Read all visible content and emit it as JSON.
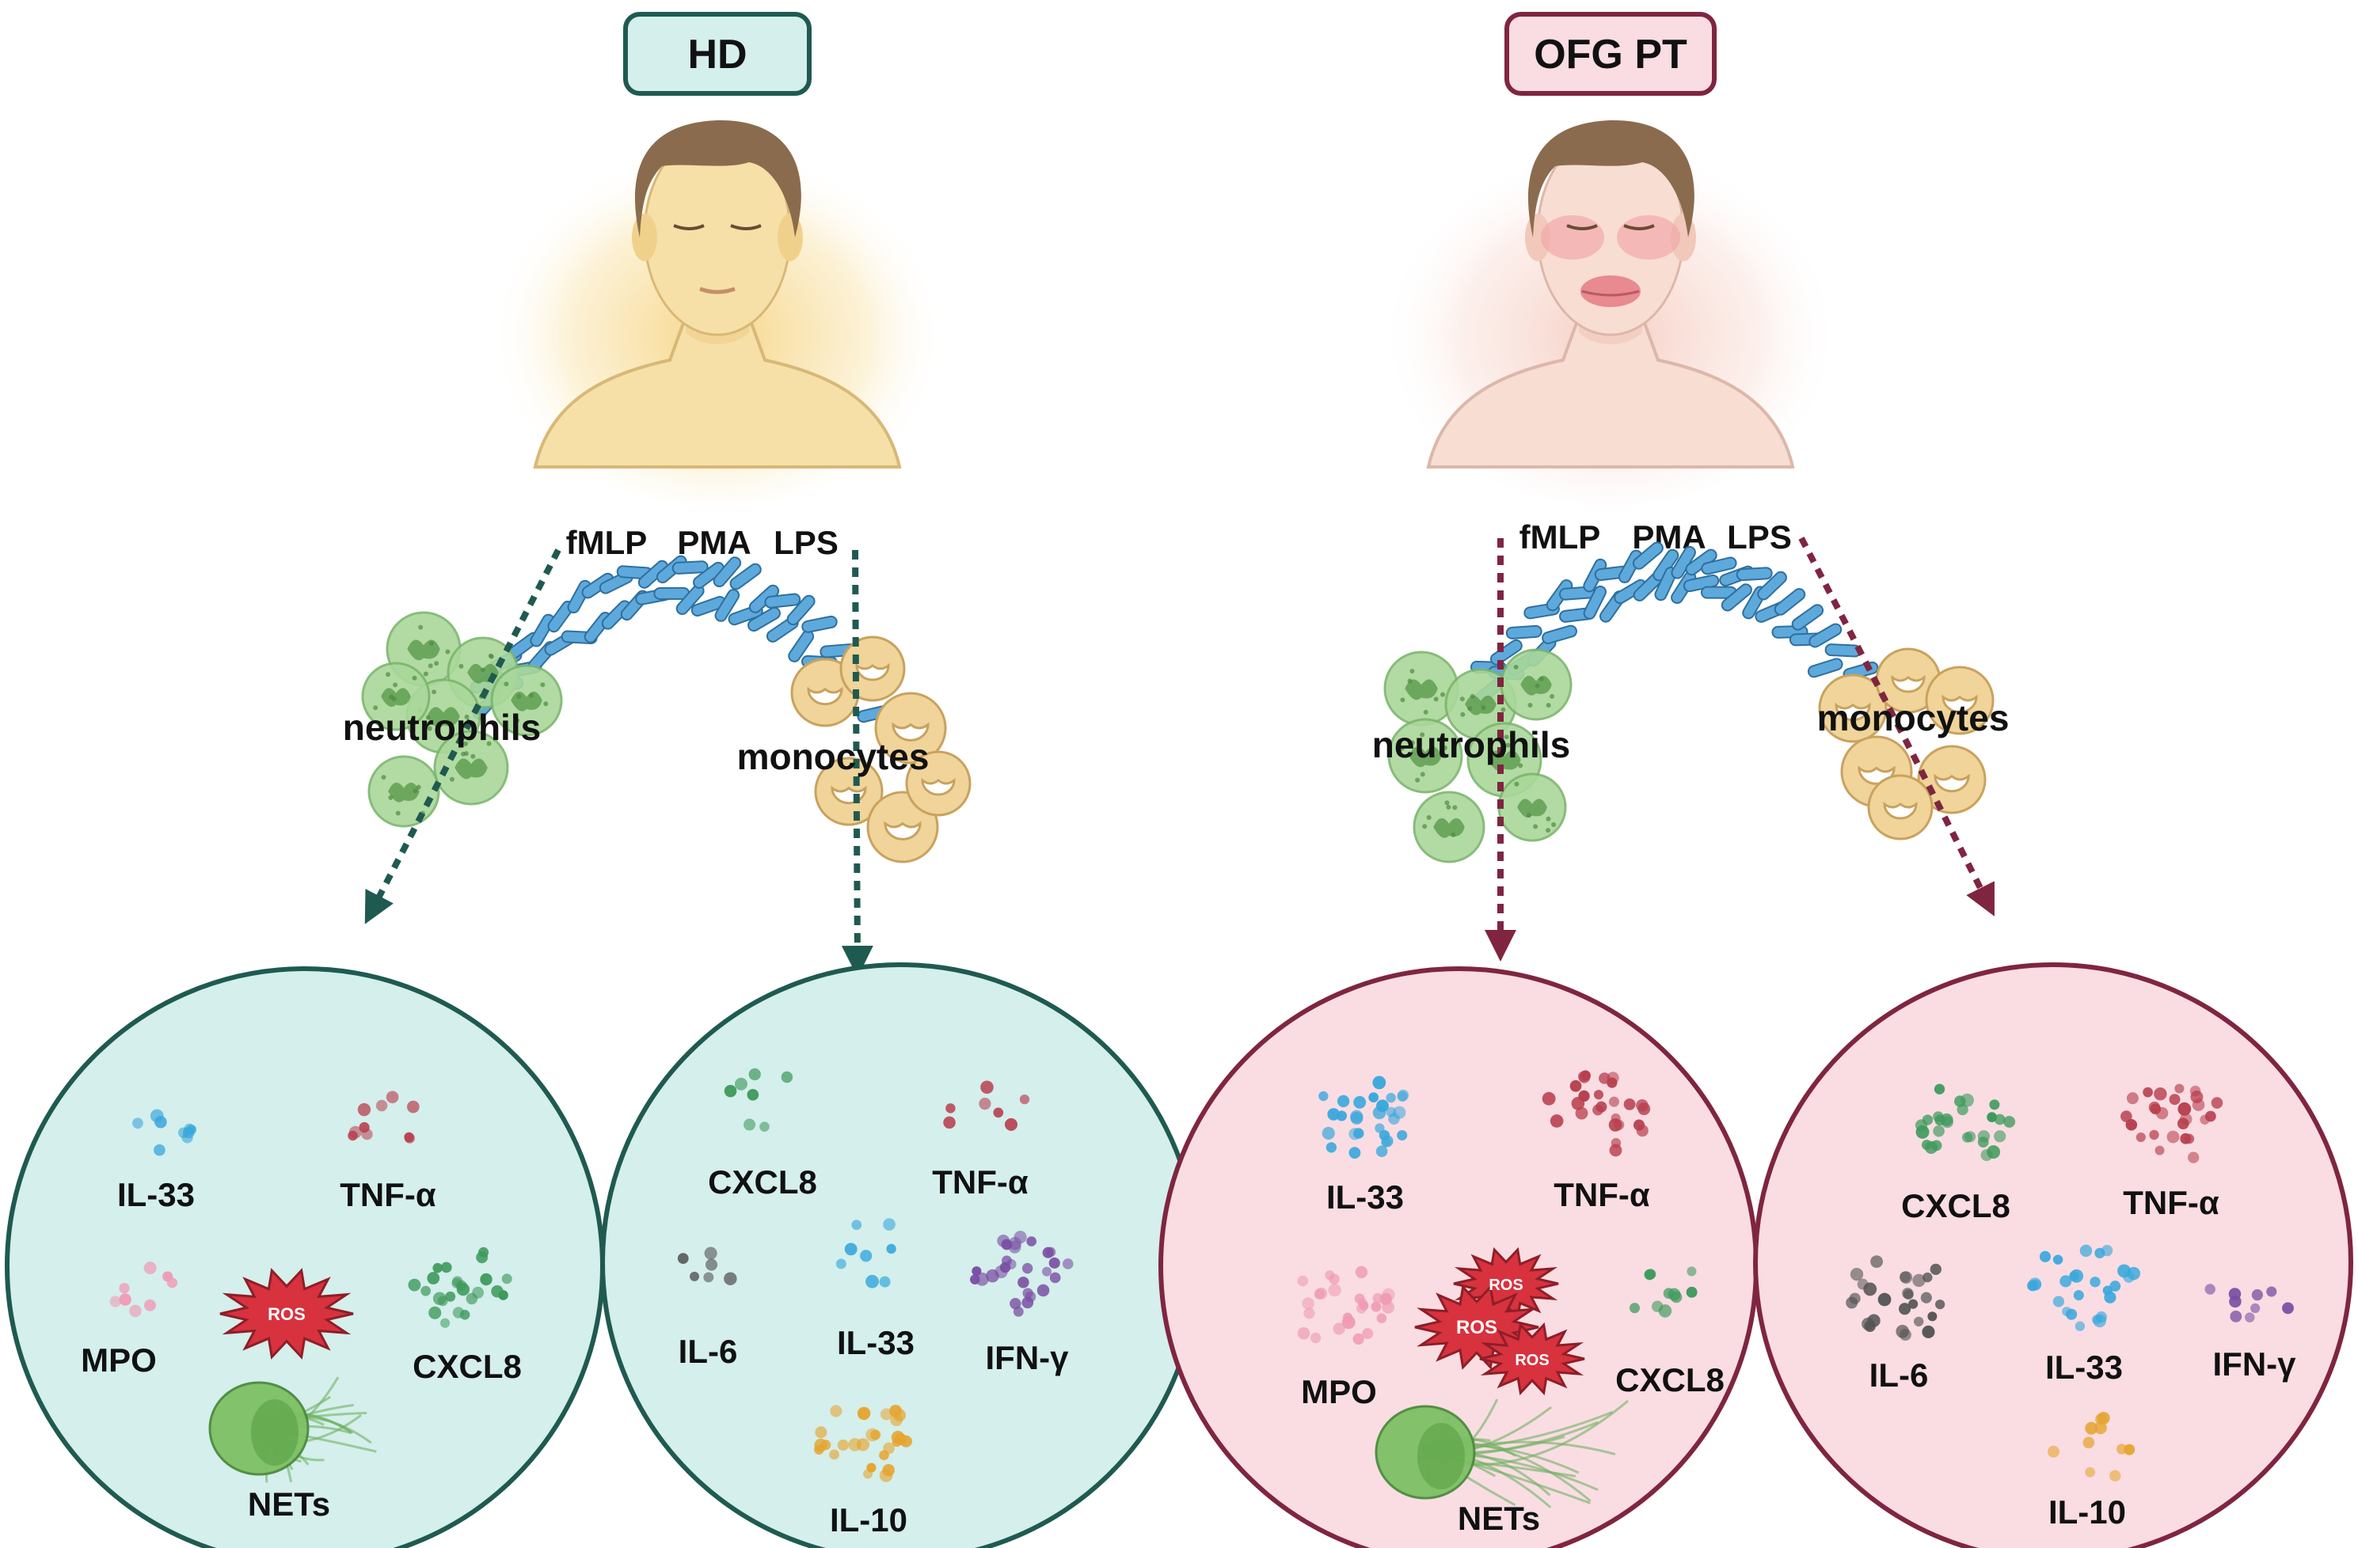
{
  "groups": {
    "hd": {
      "label": "HD",
      "accent": "#1f5a50",
      "fill": "#d4efec",
      "skin": "#f6e0a8",
      "glow": "#f3c55c"
    },
    "ofg": {
      "label": "OFG PT",
      "accent": "#7f2540",
      "fill": "#f9dde3",
      "skin": "#f7ddd2",
      "glow": "#f2b9aa"
    }
  },
  "stimuli": [
    "fMLP",
    "PMA",
    "LPS"
  ],
  "cells": {
    "neutrophils": "neutrophils",
    "monocytes": "monocytes"
  },
  "circles": {
    "hd_neutrophils": {
      "il33": "IL-33",
      "tnfa": "TNF-α",
      "mpo": "MPO",
      "cxcl8": "CXCL8",
      "ros": "ROS",
      "nets": "NETs"
    },
    "hd_monocytes": {
      "cxcl8": "CXCL8",
      "tnfa": "TNF-α",
      "il6": "IL-6",
      "il33": "IL-33",
      "ifng": "IFN-γ",
      "il10": "IL-10"
    },
    "ofg_neutrophils": {
      "il33": "IL-33",
      "tnfa": "TNF-α",
      "mpo": "MPO",
      "cxcl8": "CXCL8",
      "ros": "ROS",
      "nets": "NETs"
    },
    "ofg_monocytes": {
      "cxcl8": "CXCL8",
      "tnfa": "TNF-α",
      "il6": "IL-6",
      "il33": "IL-33",
      "ifng": "IFN-γ",
      "il10": "IL-10"
    }
  },
  "colors": {
    "il33": "#3aa7dc",
    "tnfa": "#b8404e",
    "mpo": "#ef9bb5",
    "cxcl8": "#3f9a5c",
    "il6": "#555555",
    "ifng": "#7a4fa3",
    "il10": "#e5a531",
    "ros": "#d7323e",
    "neutrophil": "#a9d89a",
    "monocyte": "#f0d49a",
    "stimulus": "#5ea9dc"
  }
}
